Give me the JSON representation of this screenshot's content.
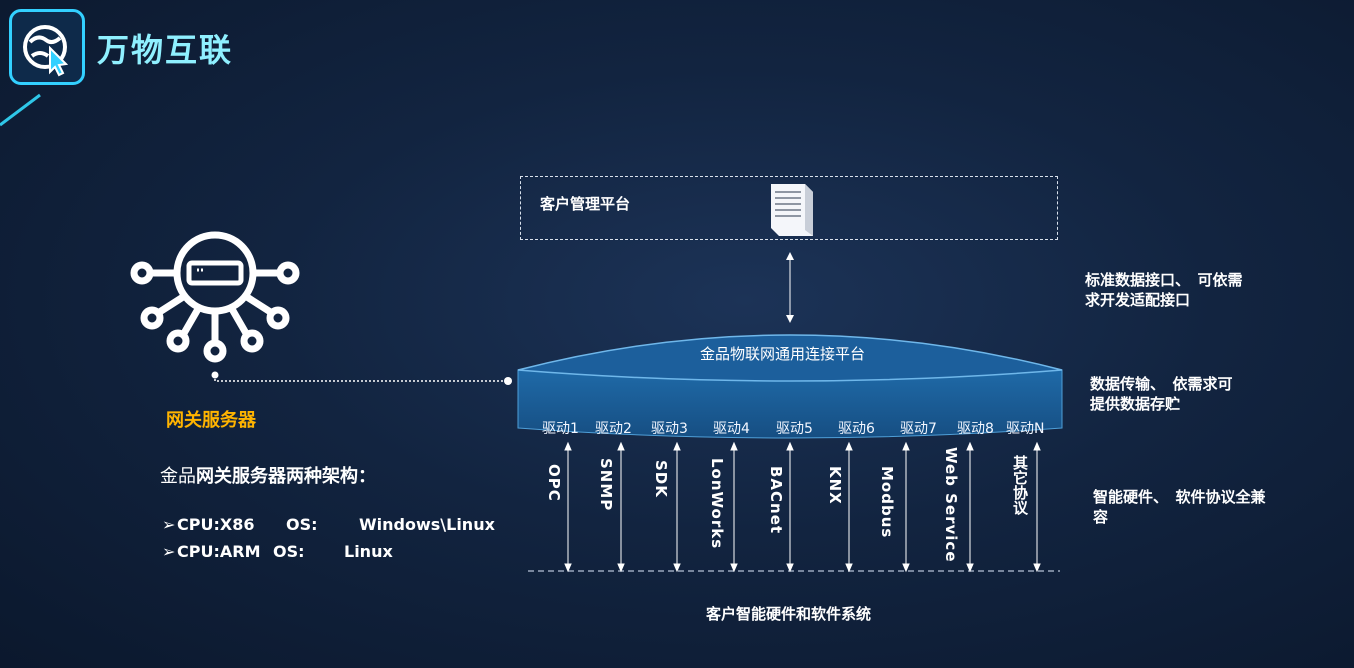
{
  "header": {
    "title": "万物互联"
  },
  "gateway": {
    "label": "网关服务器",
    "arch_prefix": "金品",
    "arch_title": "网关服务器两种架构：",
    "specs": [
      {
        "bullet": "➢",
        "cpu": "CPU:X86",
        "os_label": "OS:",
        "os": "Windows\\Linux"
      },
      {
        "bullet": "➢",
        "cpu": "CPU:ARM",
        "os_label": "OS:",
        "os": "Linux"
      }
    ]
  },
  "management": {
    "label": "客户管理平台"
  },
  "platform": {
    "label": "金品物联网通用连接平台",
    "drivers": [
      "驱动1",
      "驱动2",
      "驱动3",
      "驱动4",
      "驱动5",
      "驱动6",
      "驱动7",
      "驱动8",
      "驱动N"
    ]
  },
  "protocols": [
    "OPC",
    "SNMP",
    "SDK",
    "LonWorks",
    "BACnet",
    "KNX",
    "Modbus",
    "Web  Service",
    "其它协议"
  ],
  "notes": {
    "interface_line1": "标准数据接口、　可依需",
    "interface_line2": "求开发适配接口",
    "data_line1": "数据传输、　依需求可",
    "data_line2": "提供数据存贮",
    "hardware_line1": "智能硬件、　软件协议全兼",
    "hardware_line2": "容"
  },
  "bottom": {
    "label": "客户智能硬件和软件系统"
  },
  "colors": {
    "accent": "#33d0ff",
    "title": "#8ff0ff",
    "gateway_label": "#ffb400",
    "platform_fill": "#1b5c96",
    "platform_top": "#1e67a6"
  }
}
